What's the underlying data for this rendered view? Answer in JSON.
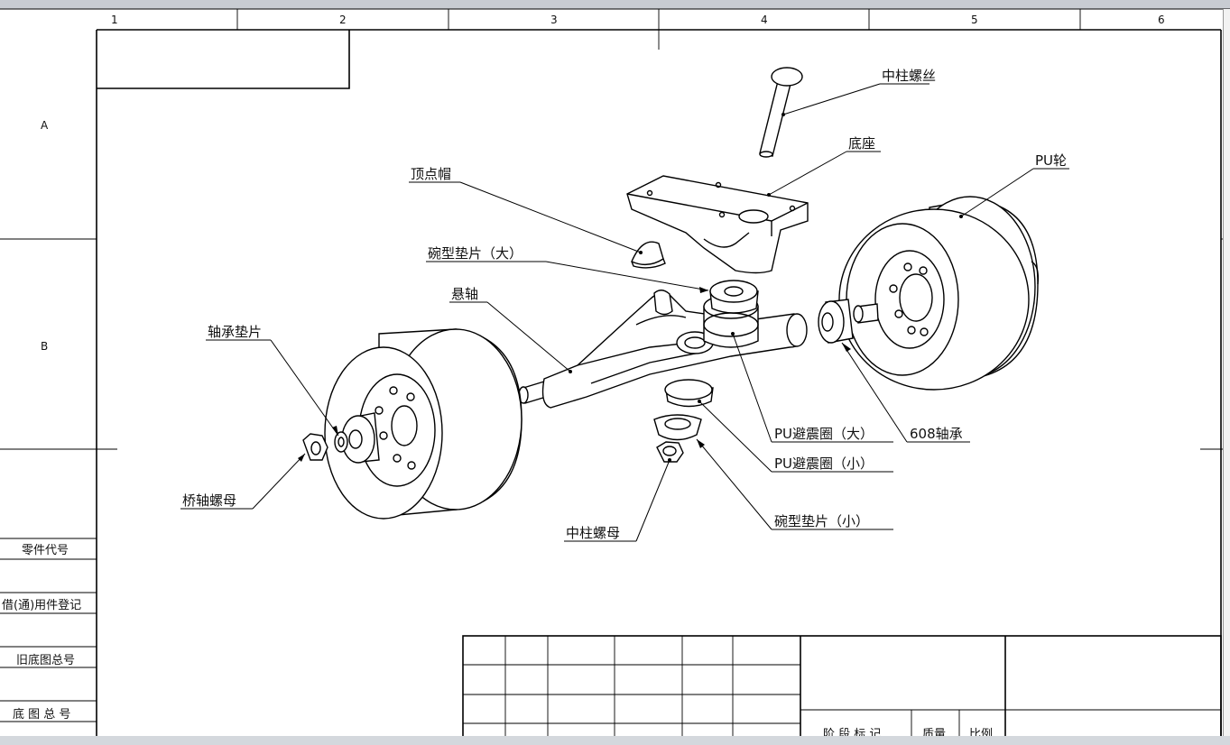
{
  "zones": {
    "columns": [
      "1",
      "2",
      "3",
      "4",
      "5",
      "6"
    ],
    "rows": [
      "A",
      "B"
    ]
  },
  "parts": {
    "kingpin_bolt": "中柱螺丝",
    "baseplate": "底座",
    "pivot_cup": "顶点帽",
    "cup_washer_large": "碗型垫片（大）",
    "hanger": "悬轴",
    "pu_wheel": "PU轮",
    "axle_washer": "轴承垫片",
    "axle_nut": "桥轴螺母",
    "bushing_large": "PU避震圈（大）",
    "bearing_608": "608轴承",
    "bushing_small": "PU避震圈（小）",
    "cup_washer_small": "碗型垫片（小）",
    "kingpin_nut": "中柱螺母"
  },
  "side_table": {
    "part_code": "零件代号",
    "borrowed_parts_register": "借(通)用件登记",
    "old_base_drawing_no": "旧底图总号",
    "base_drawing_no": "底 图 总 号"
  },
  "title_block": {
    "stage_mark": "阶 段 标 记",
    "weight": "质量",
    "scale": "比例"
  }
}
